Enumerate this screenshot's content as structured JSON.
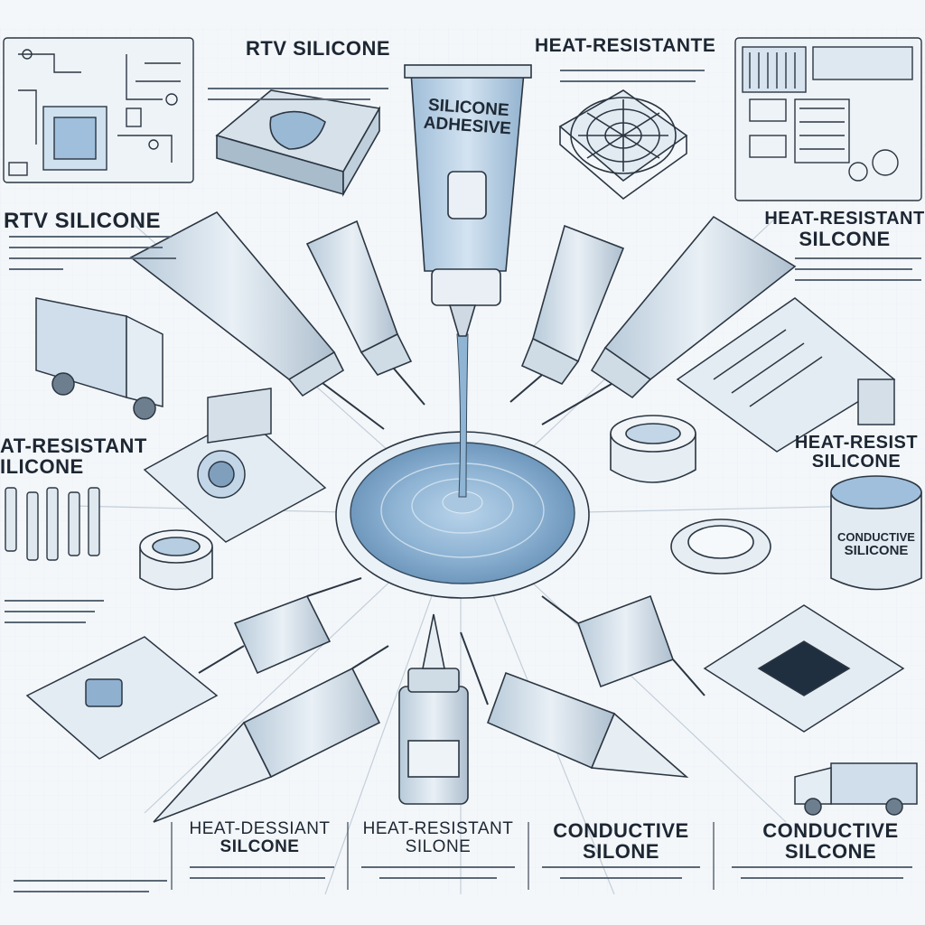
{
  "labels": {
    "top_rtv": "RTV SILICONE",
    "top_heat": "HEAT-RESISTANTE",
    "tube_main_line1": "SILICONE",
    "tube_main_line2": "ADHESIVE",
    "left_rtv": "RTV SILICONE",
    "right_heat_line1": "HEAT-RESISTANT",
    "right_heat_line2": "SILCONE",
    "left_heat_line1": "AT-RESISTANT",
    "left_heat_line2": "ILICONE",
    "right_mid_heat_line1": "HEAT-RESIST",
    "right_mid_heat_line2": "SILICONE",
    "jar_line1": "CONDUCTIVE",
    "jar_line2": "SILICONE",
    "bottom_1_line1": "HEAT-DESSIANT",
    "bottom_1_line2": "SILCONE",
    "bottom_2_line1": "HEAT-RESISTANT",
    "bottom_2_line2": "SILONE",
    "bottom_3_line1": "CONDUCTIVE",
    "bottom_3_line2": "SILONE",
    "bottom_4_line1": "CONDUCTIVE",
    "bottom_4_line2": "SILCONE"
  },
  "colors": {
    "ink": "#1d2733",
    "silicone_blue": "#8fb4d4",
    "silicone_light": "#c9dced",
    "tube_body": "#d5e0ea"
  }
}
